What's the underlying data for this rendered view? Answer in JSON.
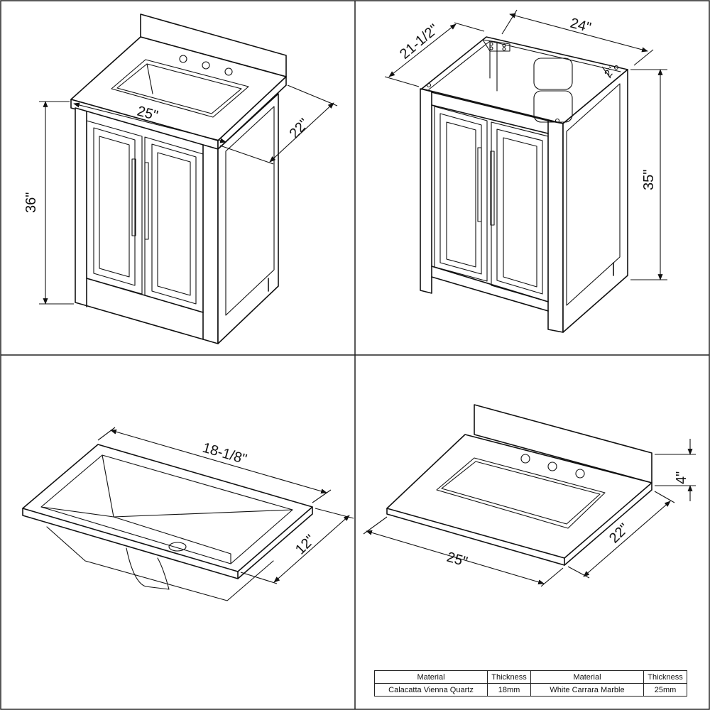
{
  "panels": {
    "vanity": {
      "width_label": "25\"",
      "depth_label": "22\"",
      "height_label": "36\""
    },
    "cabinet": {
      "width_label": "24\"",
      "depth_label": "21-1/2\"",
      "height_label": "35\"",
      "inner_label": "2\""
    },
    "sink": {
      "length_label": "18-1/8\"",
      "width_label": "12\""
    },
    "top": {
      "width_label": "25\"",
      "depth_label": "22\"",
      "backsplash_label": "4\""
    }
  },
  "spec_table": {
    "headers": [
      "Material",
      "Thickness",
      "Material",
      "Thickness"
    ],
    "row": [
      "Calacatta Vienna Quartz",
      "18mm",
      "White Carrara Marble",
      "25mm"
    ]
  }
}
